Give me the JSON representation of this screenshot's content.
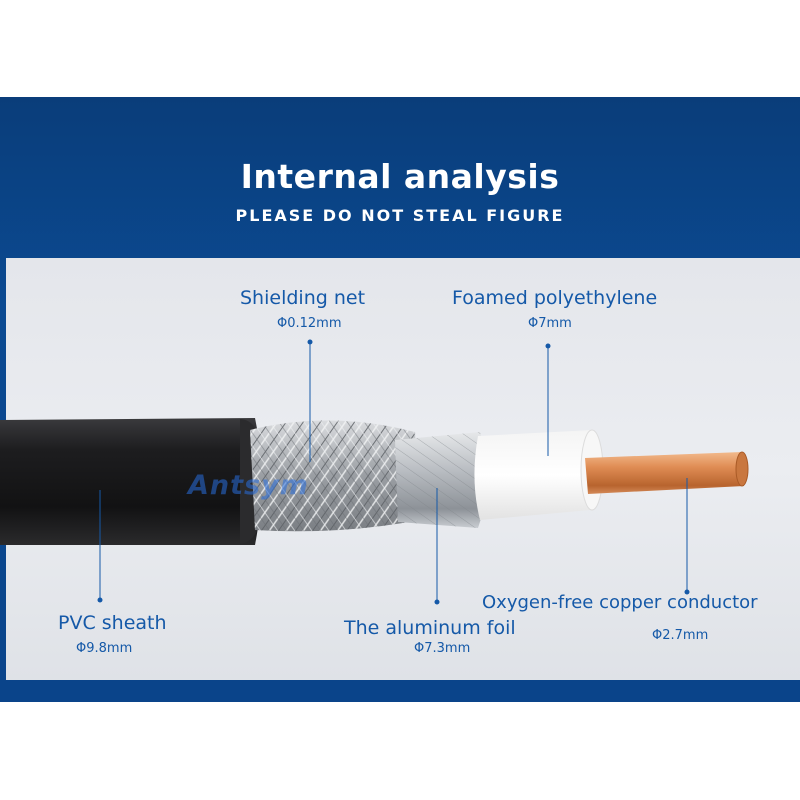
{
  "header": {
    "title": "Internal analysis",
    "subtitle": "PLEASE DO NOT STEAL FIGURE"
  },
  "watermark": "Antsym",
  "labels": {
    "shielding_net": {
      "name": "Shielding net",
      "dimension": "Φ0.12mm"
    },
    "foamed_polyethylene": {
      "name": "Foamed polyethylene",
      "dimension": "Φ7mm"
    },
    "pvc_sheath": {
      "name": "PVC sheath",
      "dimension": "Φ9.8mm"
    },
    "aluminum_foil": {
      "name": "The aluminum foil",
      "dimension": "Φ7.3mm"
    },
    "copper_conductor": {
      "name": "Oxygen-free copper conductor",
      "dimension": "Φ2.7mm"
    }
  },
  "colors": {
    "banner": "#0b4a92",
    "label_text": "#1559a8",
    "sheath": "#1c1c1e",
    "dielectric": "#ffffff",
    "copper": "#d9854e"
  }
}
